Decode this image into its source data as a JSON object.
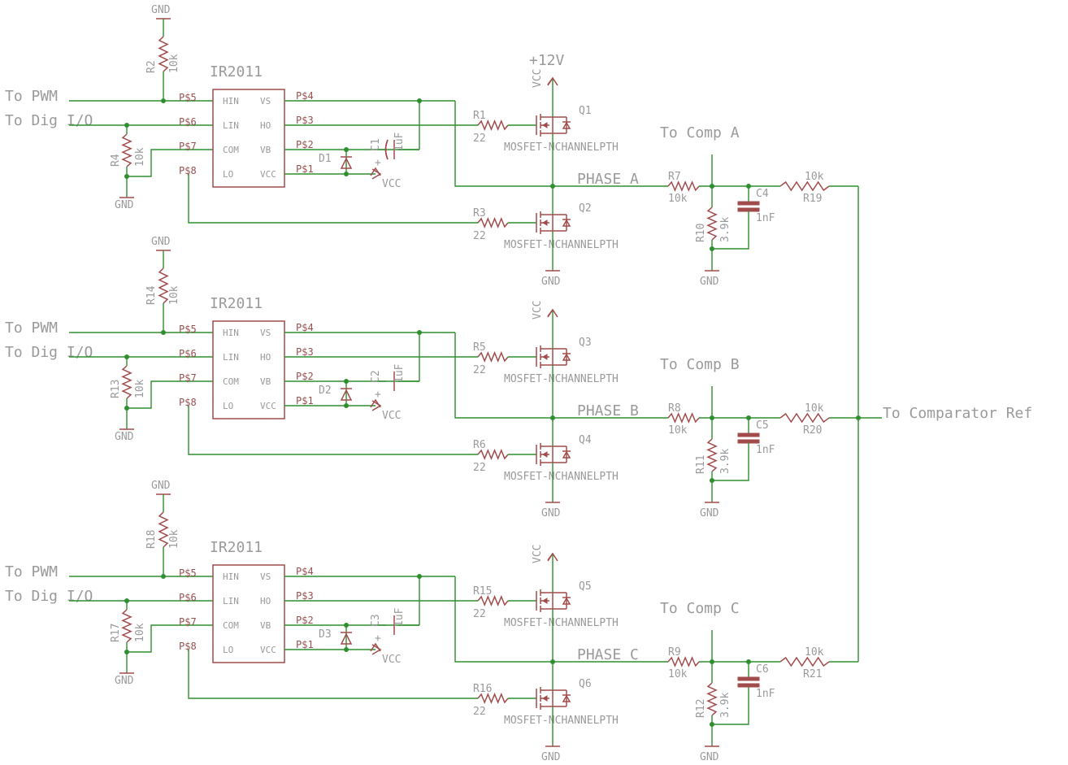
{
  "gnd": "GND",
  "vcc": "VCC",
  "plus12v": "+12V",
  "to_pwm": "To PWM",
  "to_dig_io": "To Dig I/O",
  "to_comparator_ref": "To Comparator Ref",
  "ic_name": "IR2011",
  "pins_left": [
    "P$5",
    "P$6",
    "P$7",
    "P$8"
  ],
  "pins_right": [
    "P$4",
    "P$3",
    "P$2",
    "P$1"
  ],
  "pin_names_left": [
    "HIN",
    "LIN",
    "COM",
    "LO"
  ],
  "pin_names_right": [
    "VS",
    "HO",
    "VB",
    "VCC"
  ],
  "mosfet_value": "MOSFET-NCHANNELPTH",
  "gate_value": "22",
  "pulldown_value": "10k",
  "cap_boot_value": "1uF",
  "div_top_value": "10k",
  "div_bot_value": "3.9k",
  "cap_filter_value": "1nF",
  "sum_value": "10k",
  "channels": [
    {
      "phase": "PHASE A",
      "comp": "To Comp A",
      "r_top": "R2",
      "r_pd": "R4",
      "cap": "C1",
      "diode": "D1",
      "r_gh": "R1",
      "r_gl": "R3",
      "q_hi": "Q1",
      "q_lo": "Q2",
      "r_div": "R7",
      "r_bot": "R10",
      "c_f": "C4",
      "r_sum": "R19"
    },
    {
      "phase": "PHASE B",
      "comp": "To Comp B",
      "r_top": "R14",
      "r_pd": "R13",
      "cap": "C2",
      "diode": "D2",
      "r_gh": "R5",
      "r_gl": "R6",
      "q_hi": "Q3",
      "q_lo": "Q4",
      "r_div": "R8",
      "r_bot": "R11",
      "c_f": "C5",
      "r_sum": "R20"
    },
    {
      "phase": "PHASE C",
      "comp": "To Comp C",
      "r_top": "R18",
      "r_pd": "R17",
      "cap": "C3",
      "diode": "D3",
      "r_gh": "R15",
      "r_gl": "R16",
      "q_hi": "Q5",
      "q_lo": "Q6",
      "r_div": "R9",
      "r_bot": "R12",
      "c_f": "C6",
      "r_sum": "R21"
    }
  ]
}
